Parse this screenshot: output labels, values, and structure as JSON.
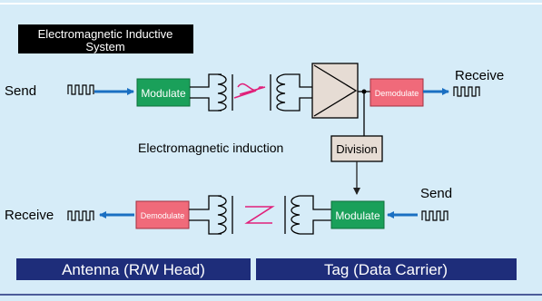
{
  "title_line1": "Electromagnetic Inductive",
  "title_line2": "System",
  "top": {
    "send": "Send",
    "modulate": "Modulate",
    "demodulate": "Demodulate",
    "receive": "Receive"
  },
  "middle": {
    "induction": "Electromagnetic induction",
    "division": "Division"
  },
  "bottom": {
    "receive": "Receive",
    "demodulate": "Demodulate",
    "modulate": "Modulate",
    "send": "Send"
  },
  "labels": {
    "antenna": "Antenna (R/W Head)",
    "tag": "Tag (Data Carrier)"
  },
  "colors": {
    "background": "#d6ecf8",
    "modulate": "#1aa05a",
    "demodulate": "#f06a7a",
    "navy": "#1e2d7a",
    "arrow_blue": "#1a6fc2",
    "zigzag": "#e0207a",
    "division": "#e6dcd4"
  }
}
